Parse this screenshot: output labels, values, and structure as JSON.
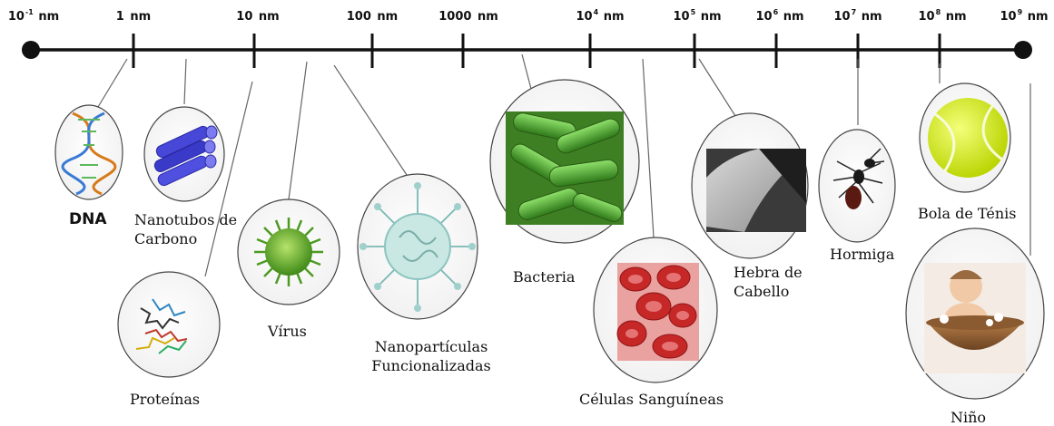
{
  "axis": {
    "unit": "nm",
    "ticks": [
      {
        "base": "10",
        "exp": "-1"
      },
      {
        "base": "1",
        "exp": ""
      },
      {
        "base": "10",
        "exp": ""
      },
      {
        "base": "100",
        "exp": ""
      },
      {
        "base": "1000",
        "exp": ""
      },
      {
        "base": "10",
        "exp": "4"
      },
      {
        "base": "10",
        "exp": "5"
      },
      {
        "base": "10",
        "exp": "6"
      },
      {
        "base": "10",
        "exp": "7"
      },
      {
        "base": "10",
        "exp": "8"
      },
      {
        "base": "10",
        "exp": "9"
      }
    ]
  },
  "items": {
    "dna": {
      "label": "DNA"
    },
    "nanotubes": {
      "label1": "Nanotubos de",
      "label2": "Carbono"
    },
    "proteins": {
      "label": "Proteínas"
    },
    "virus": {
      "label": "Vírus"
    },
    "nanoparticles": {
      "label1": "Nanopartículas",
      "label2": "Funcionalizadas"
    },
    "bacteria": {
      "label": "Bacteria"
    },
    "blood_cells": {
      "label": "Células Sanguíneas"
    },
    "hair": {
      "label1": "Hebra de",
      "label2": "Cabello"
    },
    "ant": {
      "label": "Hormiga"
    },
    "tennis_ball": {
      "label": "Bola de Ténis"
    },
    "child": {
      "label": "Niño"
    }
  }
}
